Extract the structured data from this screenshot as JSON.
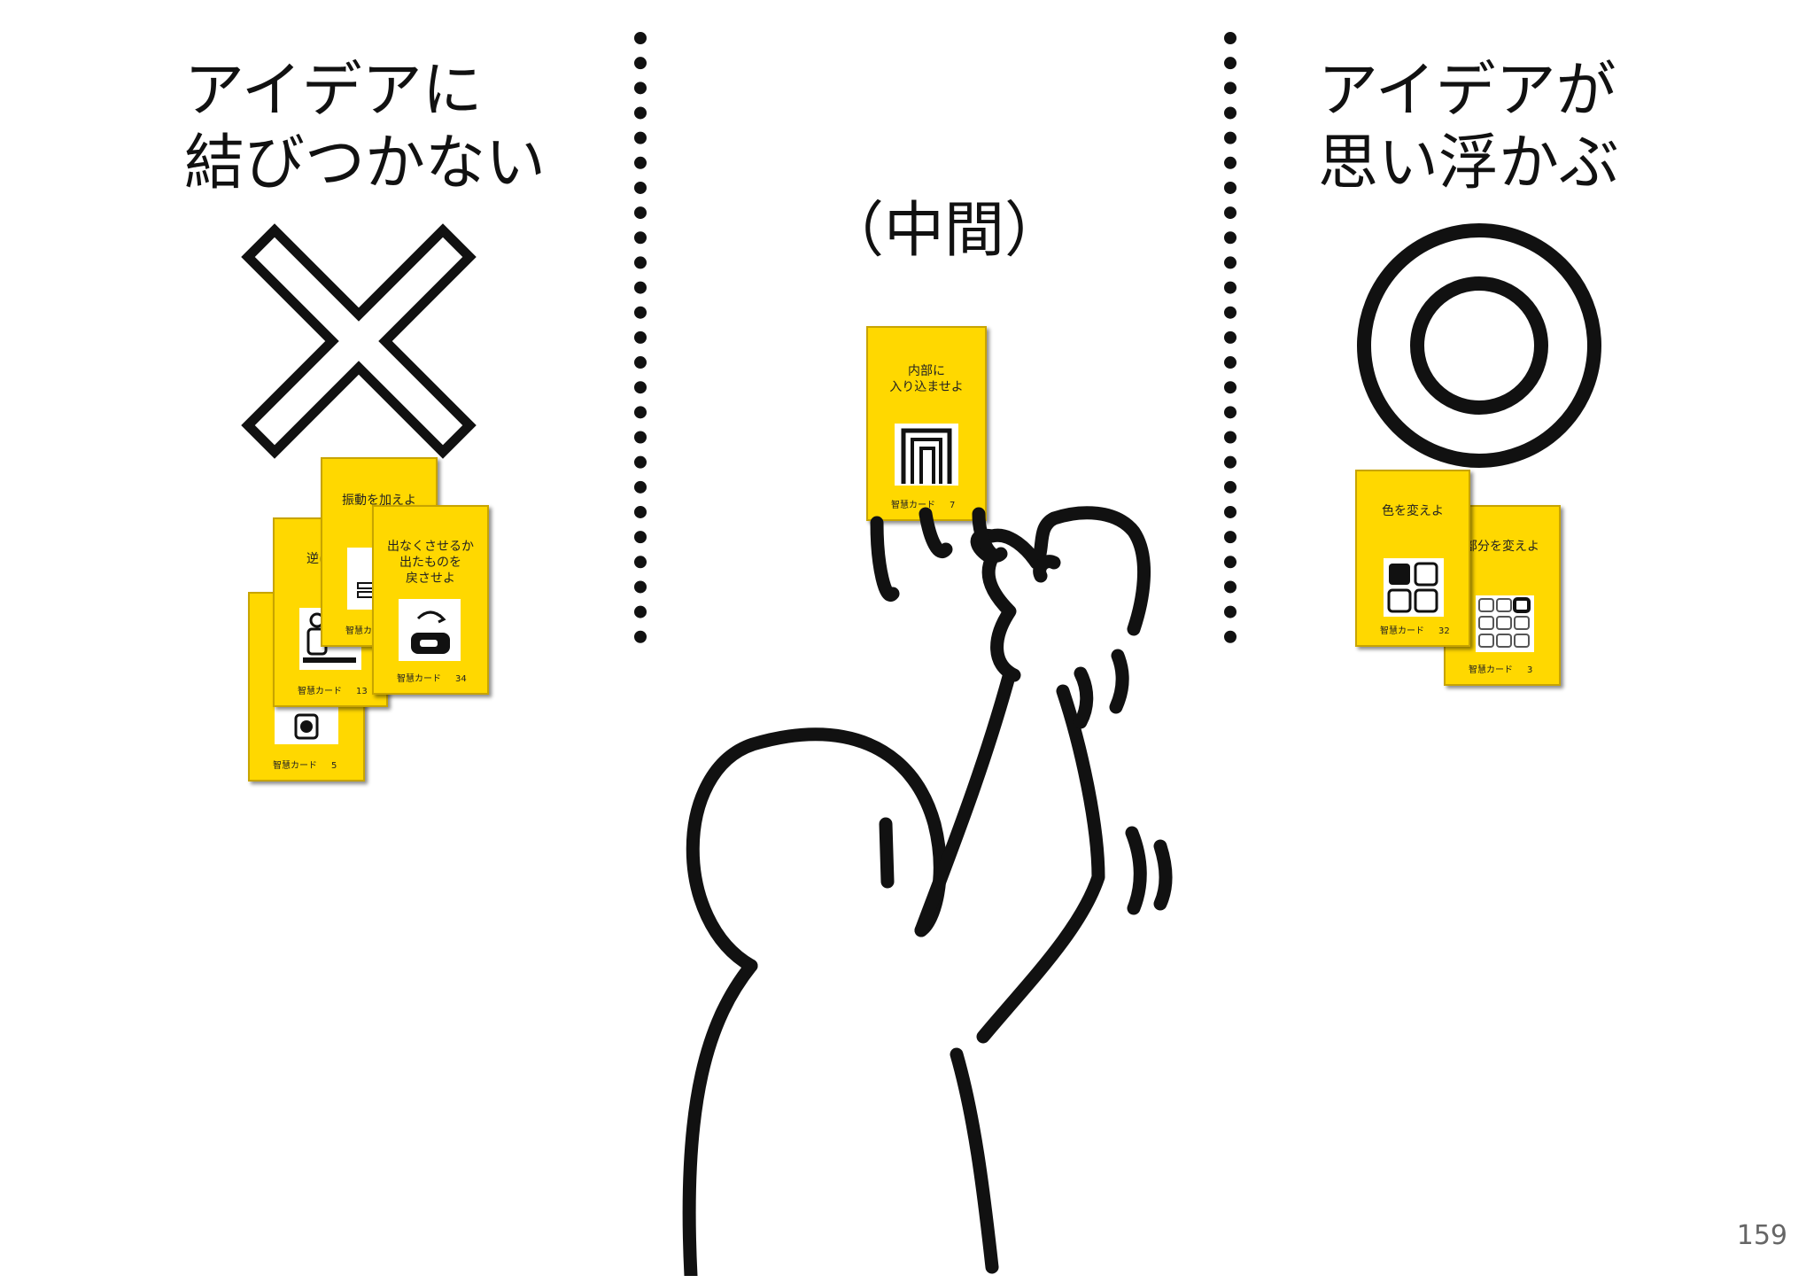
{
  "columns": {
    "left": {
      "heading_line1": "アイデアに",
      "heading_line2": "結びつかない",
      "mark": "cross-mark"
    },
    "middle": {
      "heading": "（中間）"
    },
    "right": {
      "heading_line1": "アイデアが",
      "heading_line2": "思い浮かぶ",
      "mark": "double-circle-mark"
    }
  },
  "cards": {
    "left_back": {
      "title": "",
      "label": "智慧カード",
      "number": "5"
    },
    "left_second": {
      "title": "逆にせよ",
      "label": "智慧カード",
      "number": "13"
    },
    "left_third": {
      "title": "振動を加えよ",
      "label": "智慧カード",
      "number": ""
    },
    "left_front": {
      "title": "出なくさせるか\n出たものを\n戻させよ",
      "label": "智慧カード",
      "number": "34"
    },
    "middle": {
      "title": "内部に\n入り込ませよ",
      "label": "智慧カード",
      "number": "7"
    },
    "right_back": {
      "title": "部分を変えよ",
      "label": "智慧カード",
      "number": "3"
    },
    "right_front": {
      "title": "色を変えよ",
      "label": "智慧カード",
      "number": "32"
    }
  },
  "colors": {
    "card_yellow": "#ffd800",
    "ink": "#111111"
  },
  "page_number": "159"
}
